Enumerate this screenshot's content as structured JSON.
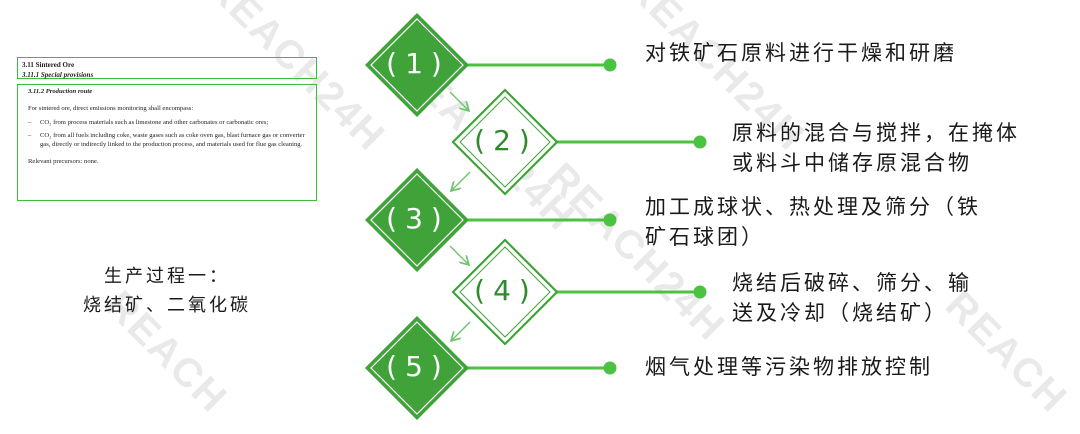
{
  "colors": {
    "green": "#3fa33a",
    "dark_green": "#2e8a2a",
    "bright_green": "#4cc242",
    "white": "#ffffff"
  },
  "doc": {
    "section_title": "3.11 Sintered Ore",
    "subsection_title": "3.11.1 Special provisions",
    "route_title": "3.11.2 Production route",
    "intro": "For sintered ore, direct emissions monitoring shall encompass:",
    "bullets": [
      "CO₂ from process materials such as limestone and other carbonates or carbonatic ores;",
      "CO₂ from all fuels including coke, waste gases such as coke oven gas, blast furnace gas or converter gas, directly or indirectly linked to the production process, and materials used for flue gas cleaning."
    ],
    "bullet_marker": "–",
    "precursors": "Relevant precursors: none."
  },
  "caption": {
    "line1": "生产过程一：",
    "line2": "烧结矿、二氧化碳"
  },
  "steps": [
    {
      "num": "(1)",
      "style": "filled",
      "lines": [
        "对铁矿石原料进行干燥和研磨"
      ]
    },
    {
      "num": "(2)",
      "style": "outline",
      "lines": [
        "原料的混合与搅拌，在掩体",
        "或料斗中储存原混合物"
      ]
    },
    {
      "num": "(3)",
      "style": "filled",
      "lines": [
        "加工成球状、热处理及筛分（铁",
        "矿石球团）"
      ]
    },
    {
      "num": "(4)",
      "style": "outline",
      "lines": [
        "烧结后破碎、筛分、输",
        "送及冷却（烧结矿）"
      ]
    },
    {
      "num": "(5)",
      "style": "filled",
      "lines": [
        "烟气处理等污染物排放控制"
      ]
    }
  ]
}
